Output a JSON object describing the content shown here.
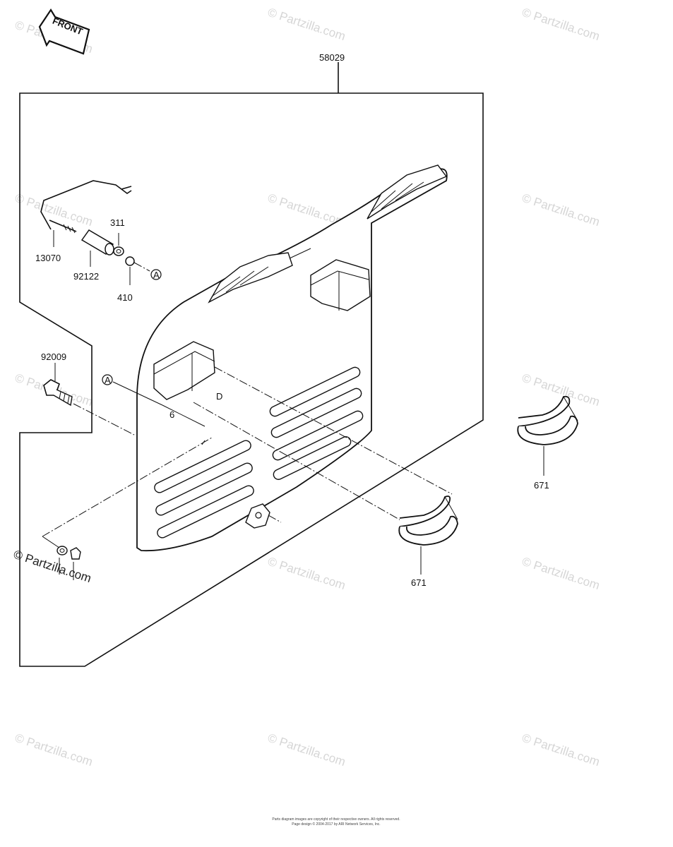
{
  "front_label": "FRONT",
  "assembly_number": "58029",
  "parts": [
    {
      "id": "p311",
      "number": "311"
    },
    {
      "id": "p13070",
      "number": "13070"
    },
    {
      "id": "p92122",
      "number": "92122"
    },
    {
      "id": "p410",
      "number": "410"
    },
    {
      "id": "p92009",
      "number": "92009"
    },
    {
      "id": "p671a",
      "number": "671"
    },
    {
      "id": "p671b",
      "number": "671"
    }
  ],
  "ref_marker": "A",
  "small_mark": "D",
  "small_mark2": "6",
  "watermark_text": "© Partzilla.com",
  "footer": {
    "line1": "Parts diagram images are copyright of their respective owners. All rights reserved.",
    "line2": "Page design © 2004-2017 by ARI Network Services, Inc."
  }
}
